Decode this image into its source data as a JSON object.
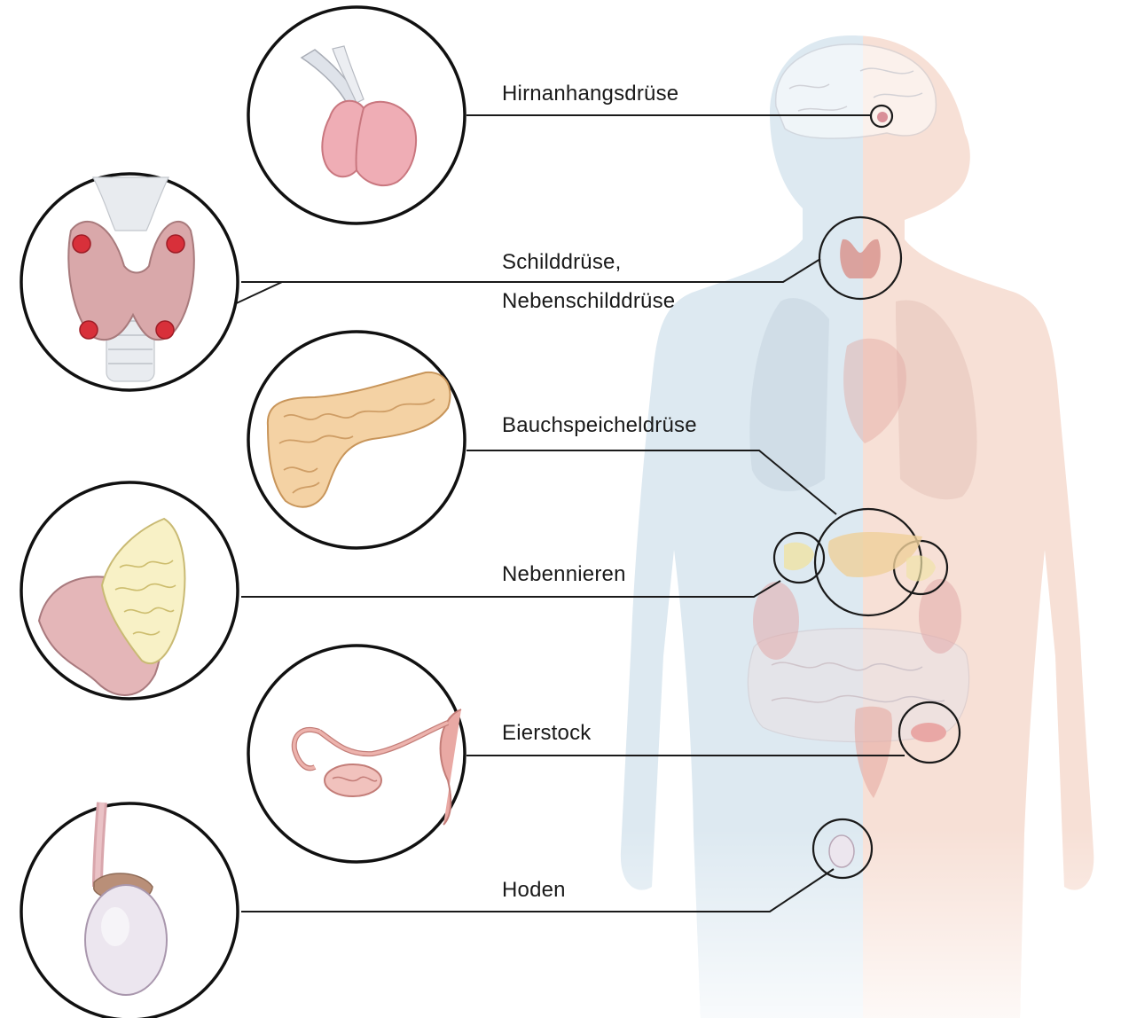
{
  "labels": {
    "pituitary": "Hirnanhangsdrüse",
    "thyroid_line1": "Schilddrüse,",
    "thyroid_line2": "Nebenschilddrüse",
    "pancreas": "Bauchspeicheldrüse",
    "adrenal": "Nebennieren",
    "ovary": "Eierstock",
    "testis": "Hoden"
  },
  "colors": {
    "body_left": "#dde9f1",
    "body_right": "#f7e0d6",
    "line": "#1a1a1a",
    "gland_pink": "#e8a0a8",
    "pancreas": "#f0cf9e",
    "adrenal": "#f3ebb5"
  },
  "icons": [
    "pituitary-gland-icon",
    "thyroid-gland-icon",
    "pancreas-icon",
    "adrenal-gland-icon",
    "ovary-icon",
    "testis-icon",
    "human-body-silhouette"
  ]
}
